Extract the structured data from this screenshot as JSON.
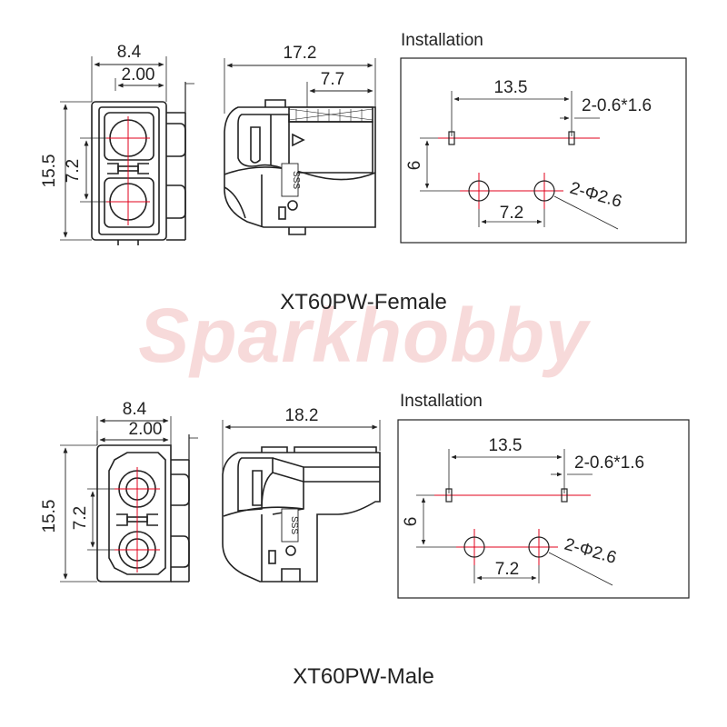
{
  "watermark": "Sparkhobby",
  "colors": {
    "outline": "#222222",
    "centerline": "#e0001b",
    "watermark": "#f7dada"
  },
  "female": {
    "caption": "XT60PW-Female",
    "front": {
      "width": "8.4",
      "pin_offset": "2.00",
      "height": "15.5",
      "pin_pitch": "7.2"
    },
    "side": {
      "length": "17.2",
      "tail": "7.7",
      "marking": "SSS"
    },
    "installation": {
      "title": "Installation",
      "slot_spacing": "13.5",
      "slot_size": "2-0.6*1.6",
      "row_offset": "6",
      "hole_pitch": "7.2",
      "hole_size": "2-Φ2.6"
    }
  },
  "male": {
    "caption": "XT60PW-Male",
    "front": {
      "width": "8.4",
      "pin_offset": "2.00",
      "height": "15.5",
      "pin_pitch": "7.2"
    },
    "side": {
      "length": "18.2",
      "marking": "SSS"
    },
    "installation": {
      "title": "Installation",
      "slot_spacing": "13.5",
      "slot_size": "2-0.6*1.6",
      "row_offset": "6",
      "hole_pitch": "7.2",
      "hole_size": "2-Φ2.6"
    }
  }
}
